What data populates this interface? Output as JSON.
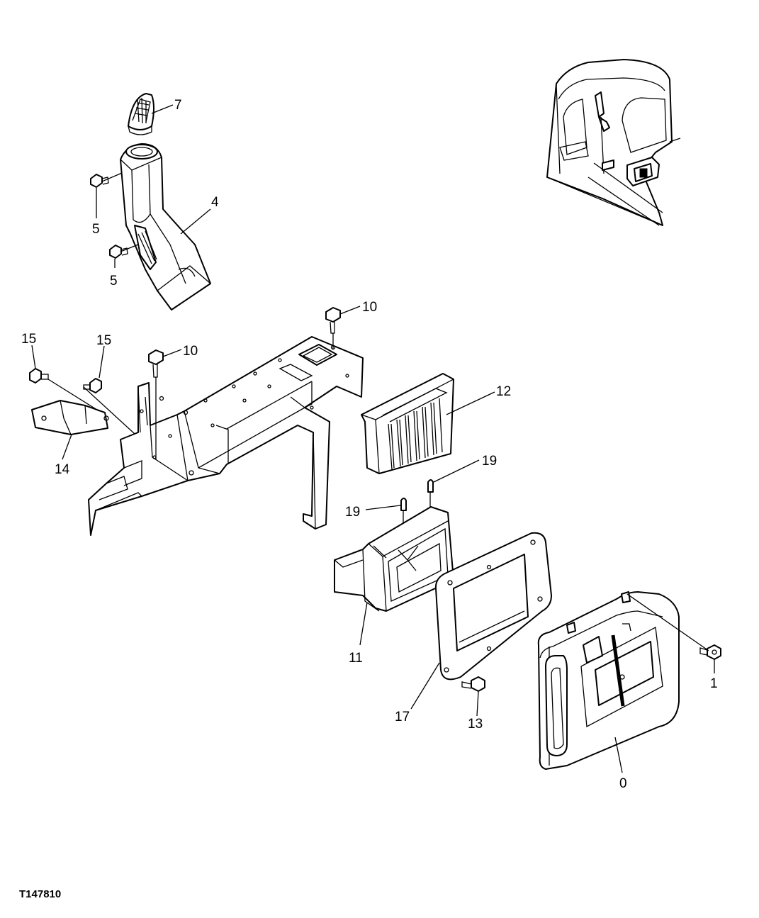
{
  "figure_code": "T147810",
  "callouts": [
    {
      "id": "c7",
      "text": "7"
    },
    {
      "id": "c4",
      "text": "4"
    },
    {
      "id": "c5a",
      "text": "5"
    },
    {
      "id": "c5b",
      "text": "5"
    },
    {
      "id": "c10a",
      "text": "10"
    },
    {
      "id": "c10b",
      "text": "10"
    },
    {
      "id": "c15a",
      "text": "15"
    },
    {
      "id": "c15b",
      "text": "15"
    },
    {
      "id": "c14",
      "text": "14"
    },
    {
      "id": "c12",
      "text": "12"
    },
    {
      "id": "c19a",
      "text": "19"
    },
    {
      "id": "c19b",
      "text": "19"
    },
    {
      "id": "c11",
      "text": "11"
    },
    {
      "id": "c17",
      "text": "17"
    },
    {
      "id": "c13",
      "text": "13"
    },
    {
      "id": "c1",
      "text": "1"
    },
    {
      "id": "c0",
      "text": "0"
    }
  ]
}
